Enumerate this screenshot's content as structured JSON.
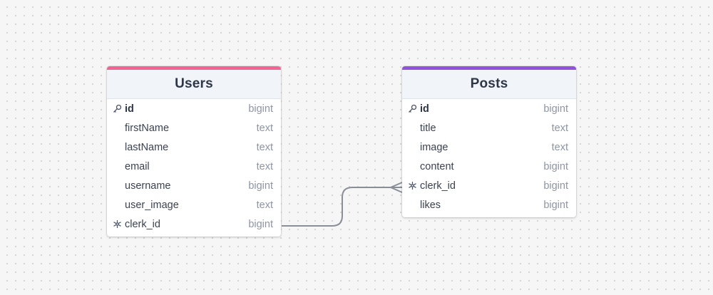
{
  "tables": [
    {
      "id": "users",
      "name": "Users",
      "accent": "#f06592",
      "fields": [
        {
          "name": "id",
          "type": "bigint",
          "icon": "key-icon",
          "pk": true
        },
        {
          "name": "firstName",
          "type": "text",
          "icon": "",
          "pk": false
        },
        {
          "name": "lastName",
          "type": "text",
          "icon": "",
          "pk": false
        },
        {
          "name": "email",
          "type": "text",
          "icon": "",
          "pk": false
        },
        {
          "name": "username",
          "type": "bigint",
          "icon": "",
          "pk": false
        },
        {
          "name": "user_image",
          "type": "text",
          "icon": "",
          "pk": false
        },
        {
          "name": "clerk_id",
          "type": "bigint",
          "icon": "foreign-key-icon",
          "pk": false
        }
      ]
    },
    {
      "id": "posts",
      "name": "Posts",
      "accent": "#9152dc",
      "fields": [
        {
          "name": "id",
          "type": "bigint",
          "icon": "key-icon",
          "pk": true
        },
        {
          "name": "title",
          "type": "text",
          "icon": "",
          "pk": false
        },
        {
          "name": "image",
          "type": "text",
          "icon": "",
          "pk": false
        },
        {
          "name": "content",
          "type": "bigint",
          "icon": "",
          "pk": false
        },
        {
          "name": "clerk_id",
          "type": "bigint",
          "icon": "foreign-key-icon",
          "pk": false
        },
        {
          "name": "likes",
          "type": "bigint",
          "icon": "",
          "pk": false
        }
      ]
    }
  ],
  "relationships": [
    {
      "from": "users.clerk_id",
      "to": "posts.clerk_id",
      "from_cardinality": "one",
      "to_cardinality": "many"
    }
  ]
}
